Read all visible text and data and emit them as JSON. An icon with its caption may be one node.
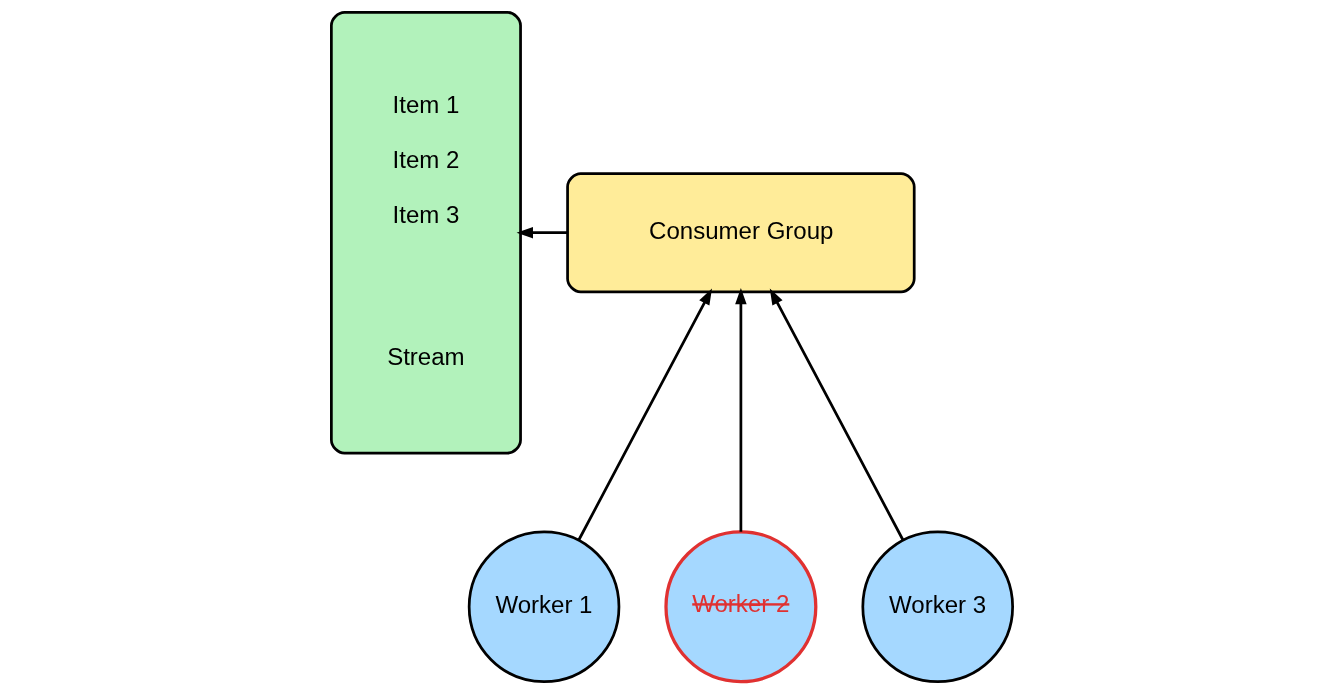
{
  "diagram": {
    "nodes": [
      {
        "text": [
          "Item 1",
          "Item 2",
          "Item 3",
          "Stream"
        ]
      },
      {
        "text": [
          "Consumer Group"
        ]
      },
      {
        "text": [
          "Worker 1"
        ]
      },
      {
        "text": [
          "Worker 2"
        ]
      },
      {
        "text": [
          "Worker 3"
        ]
      }
    ],
    "edges": [
      {
        "from": 1,
        "to": 0,
        "arrow": "to"
      },
      {
        "from": 2,
        "to": 1,
        "arrow": "to"
      },
      {
        "from": 3,
        "to": 1,
        "arrow": "to"
      },
      {
        "from": 4,
        "to": 1,
        "arrow": "to"
      }
    ]
  }
}
